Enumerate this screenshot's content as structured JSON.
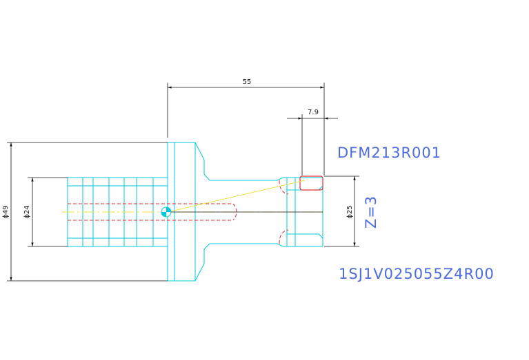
{
  "drawing": {
    "part_number": "DFM213R001",
    "tooth_count_label": "Z=3",
    "item_code": "1SJ1V025055Z4R00",
    "dimensions": {
      "overall_length": "55",
      "tip_length": "7.9",
      "flange_diameter": "ϕ49",
      "shank_diameter": "ϕ24",
      "cutter_diameter": "ϕ25"
    }
  },
  "colors": {
    "outline": "#00c8dc",
    "hidden": "#e03030",
    "centerline": "#f0e040",
    "dimension": "#111111",
    "annotation": "#4d6be0"
  }
}
